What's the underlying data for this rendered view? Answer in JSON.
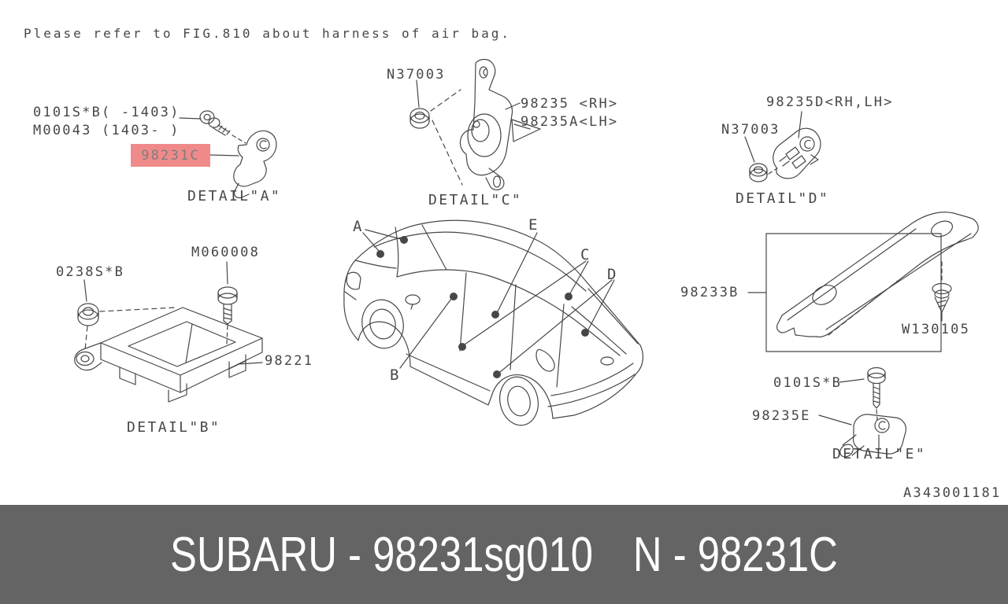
{
  "note": "Please refer to FIG.810 about harness of air bag.",
  "doc_number": "A343001181",
  "colors": {
    "highlight": "#f08a8a",
    "footer_bg": "#646464",
    "line": "#474747",
    "footer_text": "#ffffff"
  },
  "details": {
    "a": {
      "bolt_old": "0101S*B( -1403)",
      "bolt_new": "M00043 (1403- )",
      "part": "98231C",
      "caption": "DETAIL\"A\""
    },
    "b": {
      "nut": "0238S*B",
      "bolt": "M060008",
      "part": "98221",
      "caption": "DETAIL\"B\""
    },
    "c": {
      "nut": "N37003",
      "part_rh": "98235 <RH>",
      "part_lh": "98235A<LH>",
      "caption": "DETAIL\"C\""
    },
    "d": {
      "part": "98235D<RH,LH>",
      "nut": "N37003",
      "caption": "DETAIL\"D\""
    },
    "e": {
      "bolt": "0101S*B",
      "part": "98235E",
      "caption": "DETAIL\"E\""
    },
    "bracket": {
      "part": "98233B",
      "clip": "W130105"
    }
  },
  "markers": {
    "a": "A",
    "b": "B",
    "c": "C",
    "d": "D",
    "e": "E"
  },
  "footer": {
    "left": "SUBARU - 98231sg010",
    "right": "N - 98231C"
  }
}
